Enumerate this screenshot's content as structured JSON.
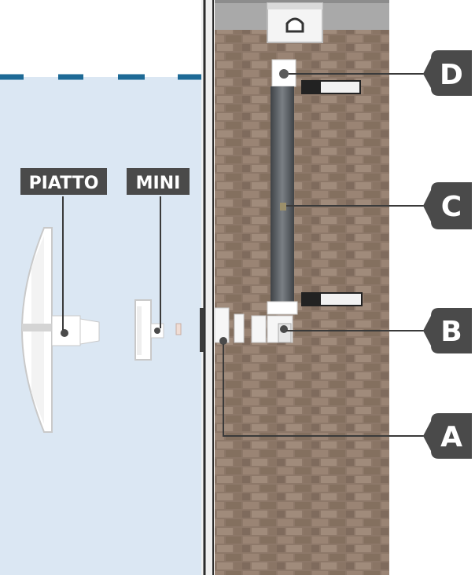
{
  "labels": {
    "piatto": "PIATTO",
    "mini": "MINI",
    "a": "A",
    "b": "B",
    "c": "C",
    "d": "D"
  },
  "colors": {
    "water": "#dbe7f3",
    "water_line": "#1d6a96",
    "brick": "#8a7567",
    "label_bg": "#4a4a4a",
    "pipe": "#5a5e63",
    "wall_line": "#2b2b2b"
  }
}
